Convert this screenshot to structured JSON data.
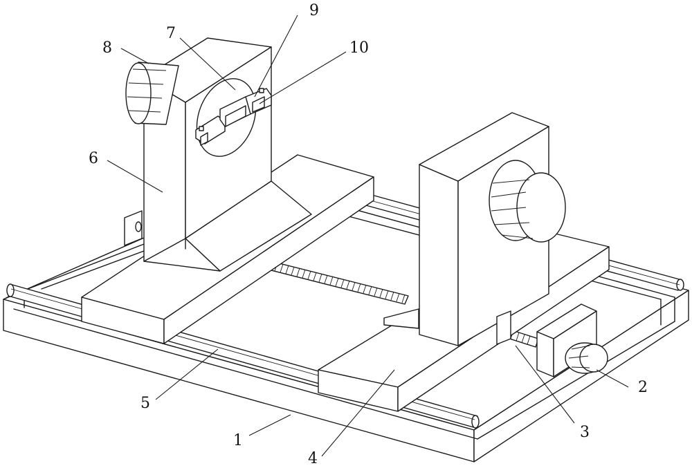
{
  "figure": {
    "title": "Patent drawing: workpiece clamping fixture with dual sliding seats"
  },
  "callouts": [
    {
      "id": "1",
      "label": "1"
    },
    {
      "id": "2",
      "label": "2"
    },
    {
      "id": "3",
      "label": "3"
    },
    {
      "id": "4",
      "label": "4"
    },
    {
      "id": "5",
      "label": "5"
    },
    {
      "id": "6",
      "label": "6"
    },
    {
      "id": "7",
      "label": "7"
    },
    {
      "id": "8",
      "label": "8"
    },
    {
      "id": "9",
      "label": "9"
    },
    {
      "id": "10",
      "label": "10"
    }
  ]
}
